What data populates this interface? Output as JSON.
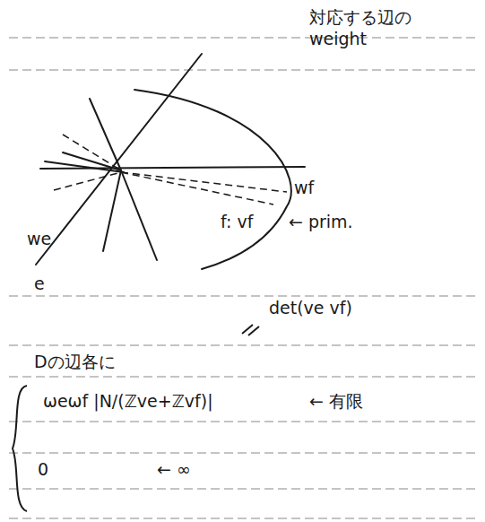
{
  "diagram": {
    "labels": [
      "対応する辺の weight",
      "wf",
      "f: vf",
      "← prim.",
      "we",
      "e",
      "det(ve vf)",
      "Dの辺各に",
      "ωeωf |N/(ℤve+ℤvf)|",
      "← 有限",
      "0",
      "← ∞"
    ]
  }
}
